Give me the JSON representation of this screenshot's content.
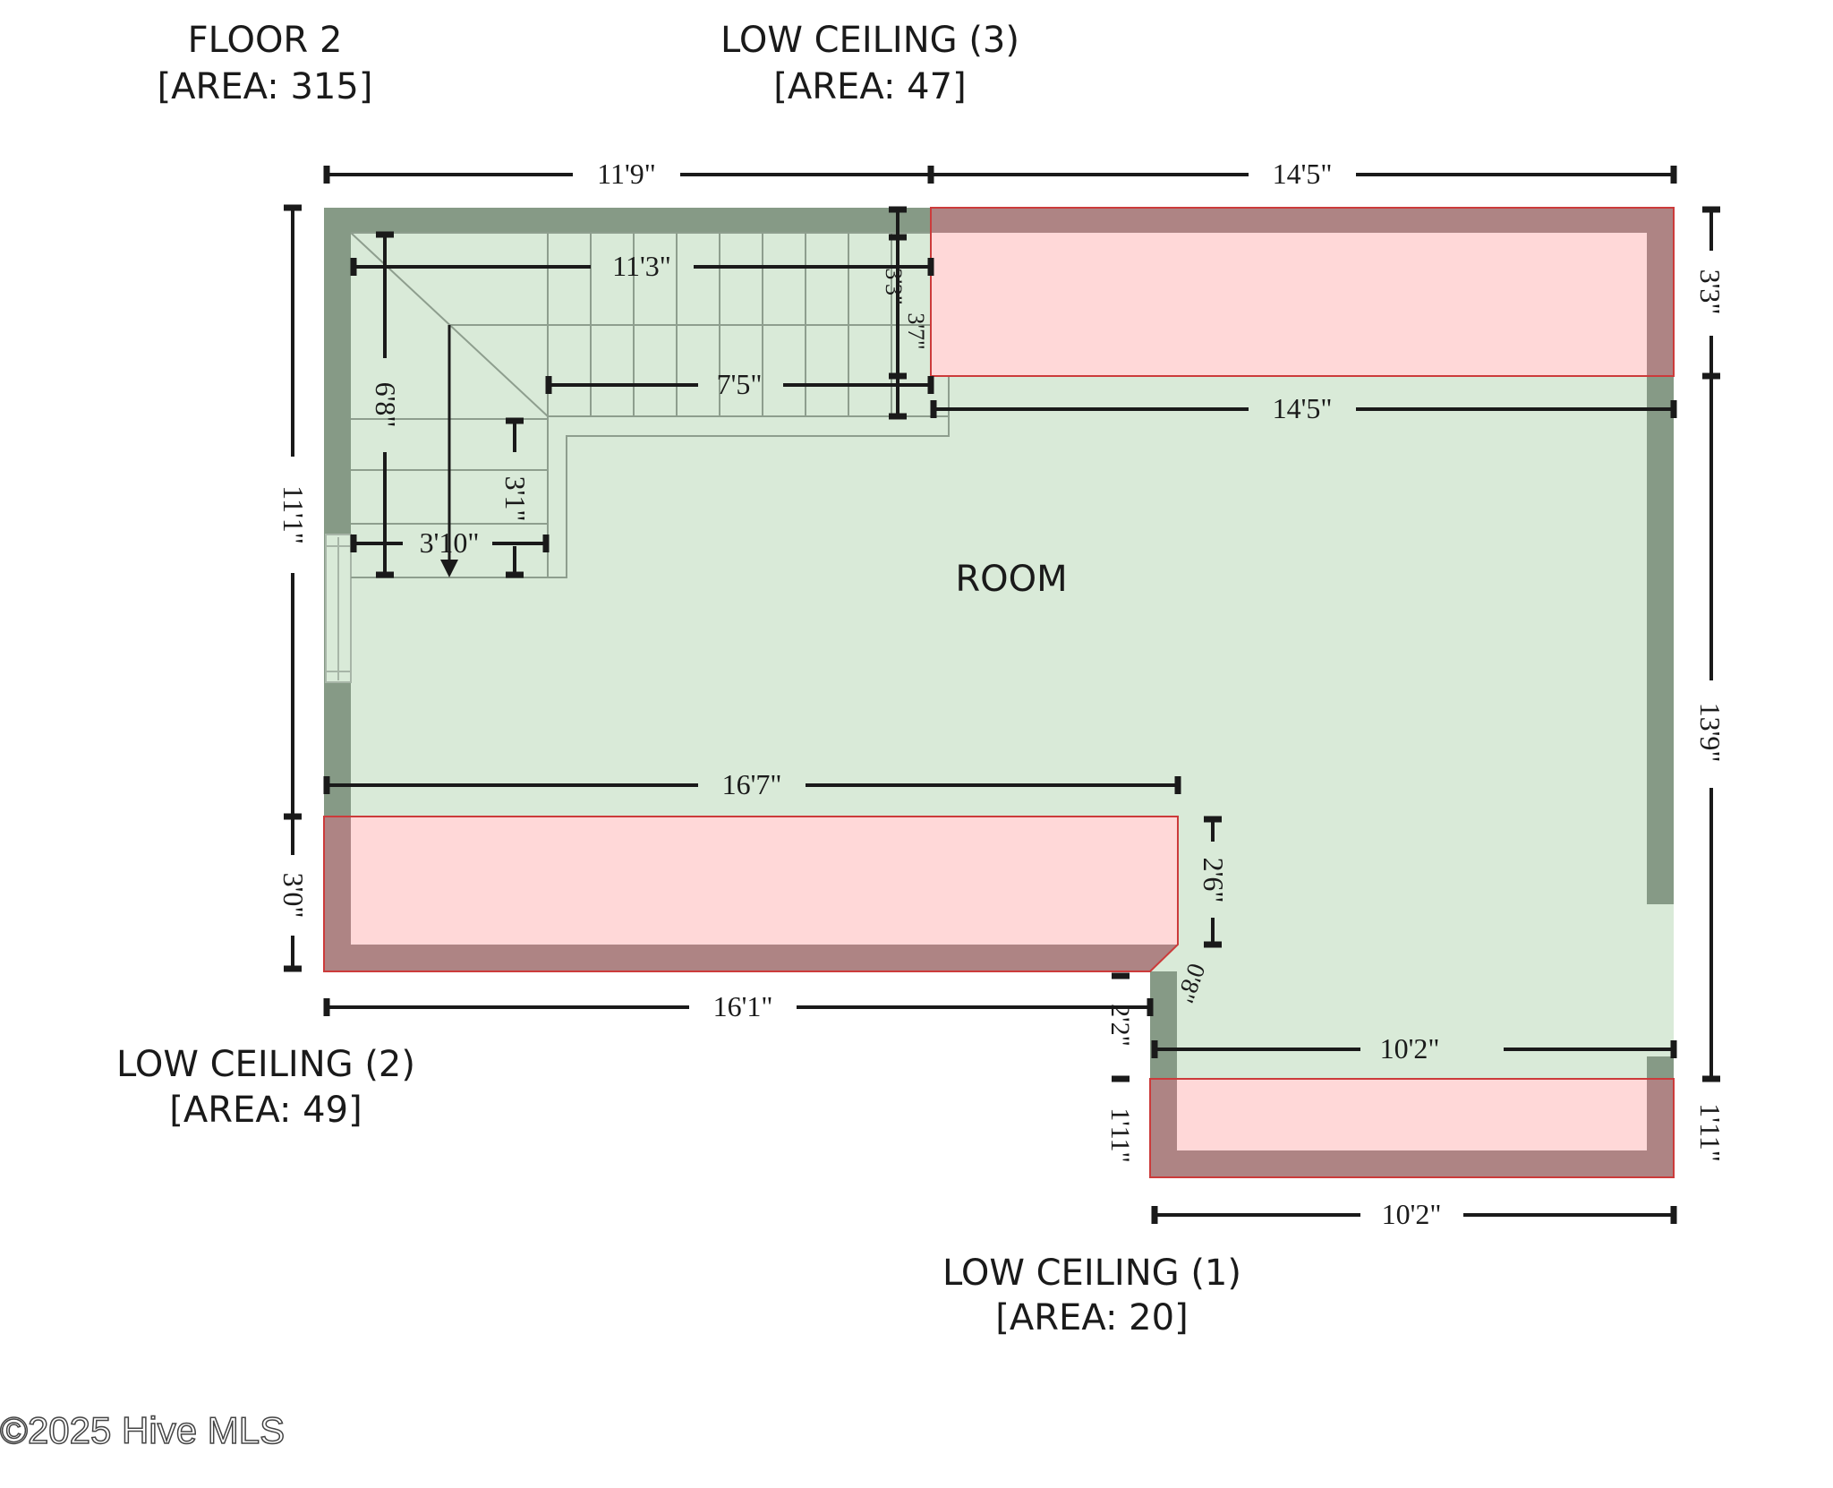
{
  "floor": {
    "name": "FLOOR 2",
    "area": "[AREA: 315]"
  },
  "room": {
    "name": "ROOM"
  },
  "low_ceiling_1": {
    "name": "LOW CEILING (1)",
    "area": "[AREA: 20]"
  },
  "low_ceiling_2": {
    "name": "LOW CEILING (2)",
    "area": "[AREA: 49]"
  },
  "low_ceiling_3": {
    "name": "LOW CEILING (3)",
    "area": "[AREA: 47]"
  },
  "dimensions": {
    "top_left": "11'9\"",
    "top_right": "14'5\"",
    "stair_top": "11'3\"",
    "stair_mid": "7'5\"",
    "stair_vert_small": "3'3\"",
    "stair_vert_small2": "3'7\"",
    "room_top": "14'5\"",
    "stair_left_vert": "6'8\"",
    "stair_landing_vert": "3'1\"",
    "stair_landing_horiz": "3'10\"",
    "left_total": "11'1\"",
    "left_lower": "3'0\"",
    "right_top": "3'3\"",
    "right_main": "13'9\"",
    "right_bottom": "1'11\"",
    "room_lower_left": "16'7\"",
    "lc2_bottom": "16'1\"",
    "lc2_step": "2'6\"",
    "diag": "0'8\"",
    "step_small": "2'2\"",
    "lc1_left": "1'11\"",
    "room_bottom": "10'2\"",
    "lc1_bottom": "10'2\""
  },
  "watermark": "©2025 Hive MLS",
  "colors": {
    "room_fill": "#d9ead8",
    "wall": "#869a86",
    "low_fill": "#ffd8d8",
    "low_wall": "#ae8484",
    "low_edge": "#cc3b3b"
  }
}
